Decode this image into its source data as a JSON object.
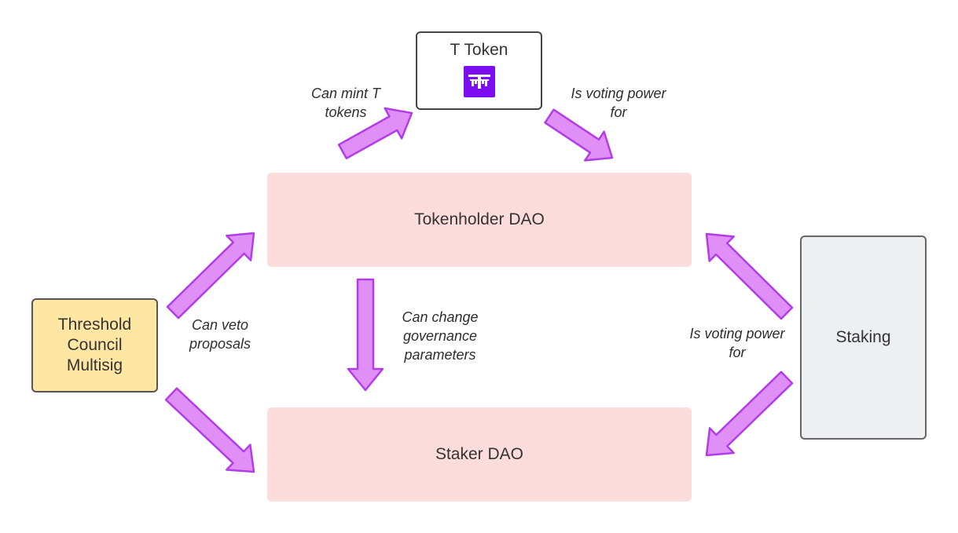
{
  "nodes": {
    "t_token": {
      "label": "T Token",
      "logo_icon": "threshold-t-logo-icon",
      "logo_color": "#7b0df0"
    },
    "tokenholder_dao": {
      "label": "Tokenholder DAO"
    },
    "staker_dao": {
      "label": "Staker DAO"
    },
    "council": {
      "label": "Threshold Council Multisig"
    },
    "staking": {
      "label": "Staking"
    }
  },
  "edges": {
    "mint": {
      "label": "Can mint T tokens"
    },
    "voting_top": {
      "label": "Is voting power for"
    },
    "change": {
      "label": "Can change governance parameters"
    },
    "veto": {
      "label": "Can veto proposals"
    },
    "voting_right": {
      "label": "Is voting power for"
    }
  },
  "colors": {
    "dao_fill": "#fddcdc",
    "council_fill": "#ffe6a3",
    "staking_fill": "#eeeff0",
    "arrow_fill": "#e08ff7",
    "arrow_stroke": "#b23ce8"
  }
}
